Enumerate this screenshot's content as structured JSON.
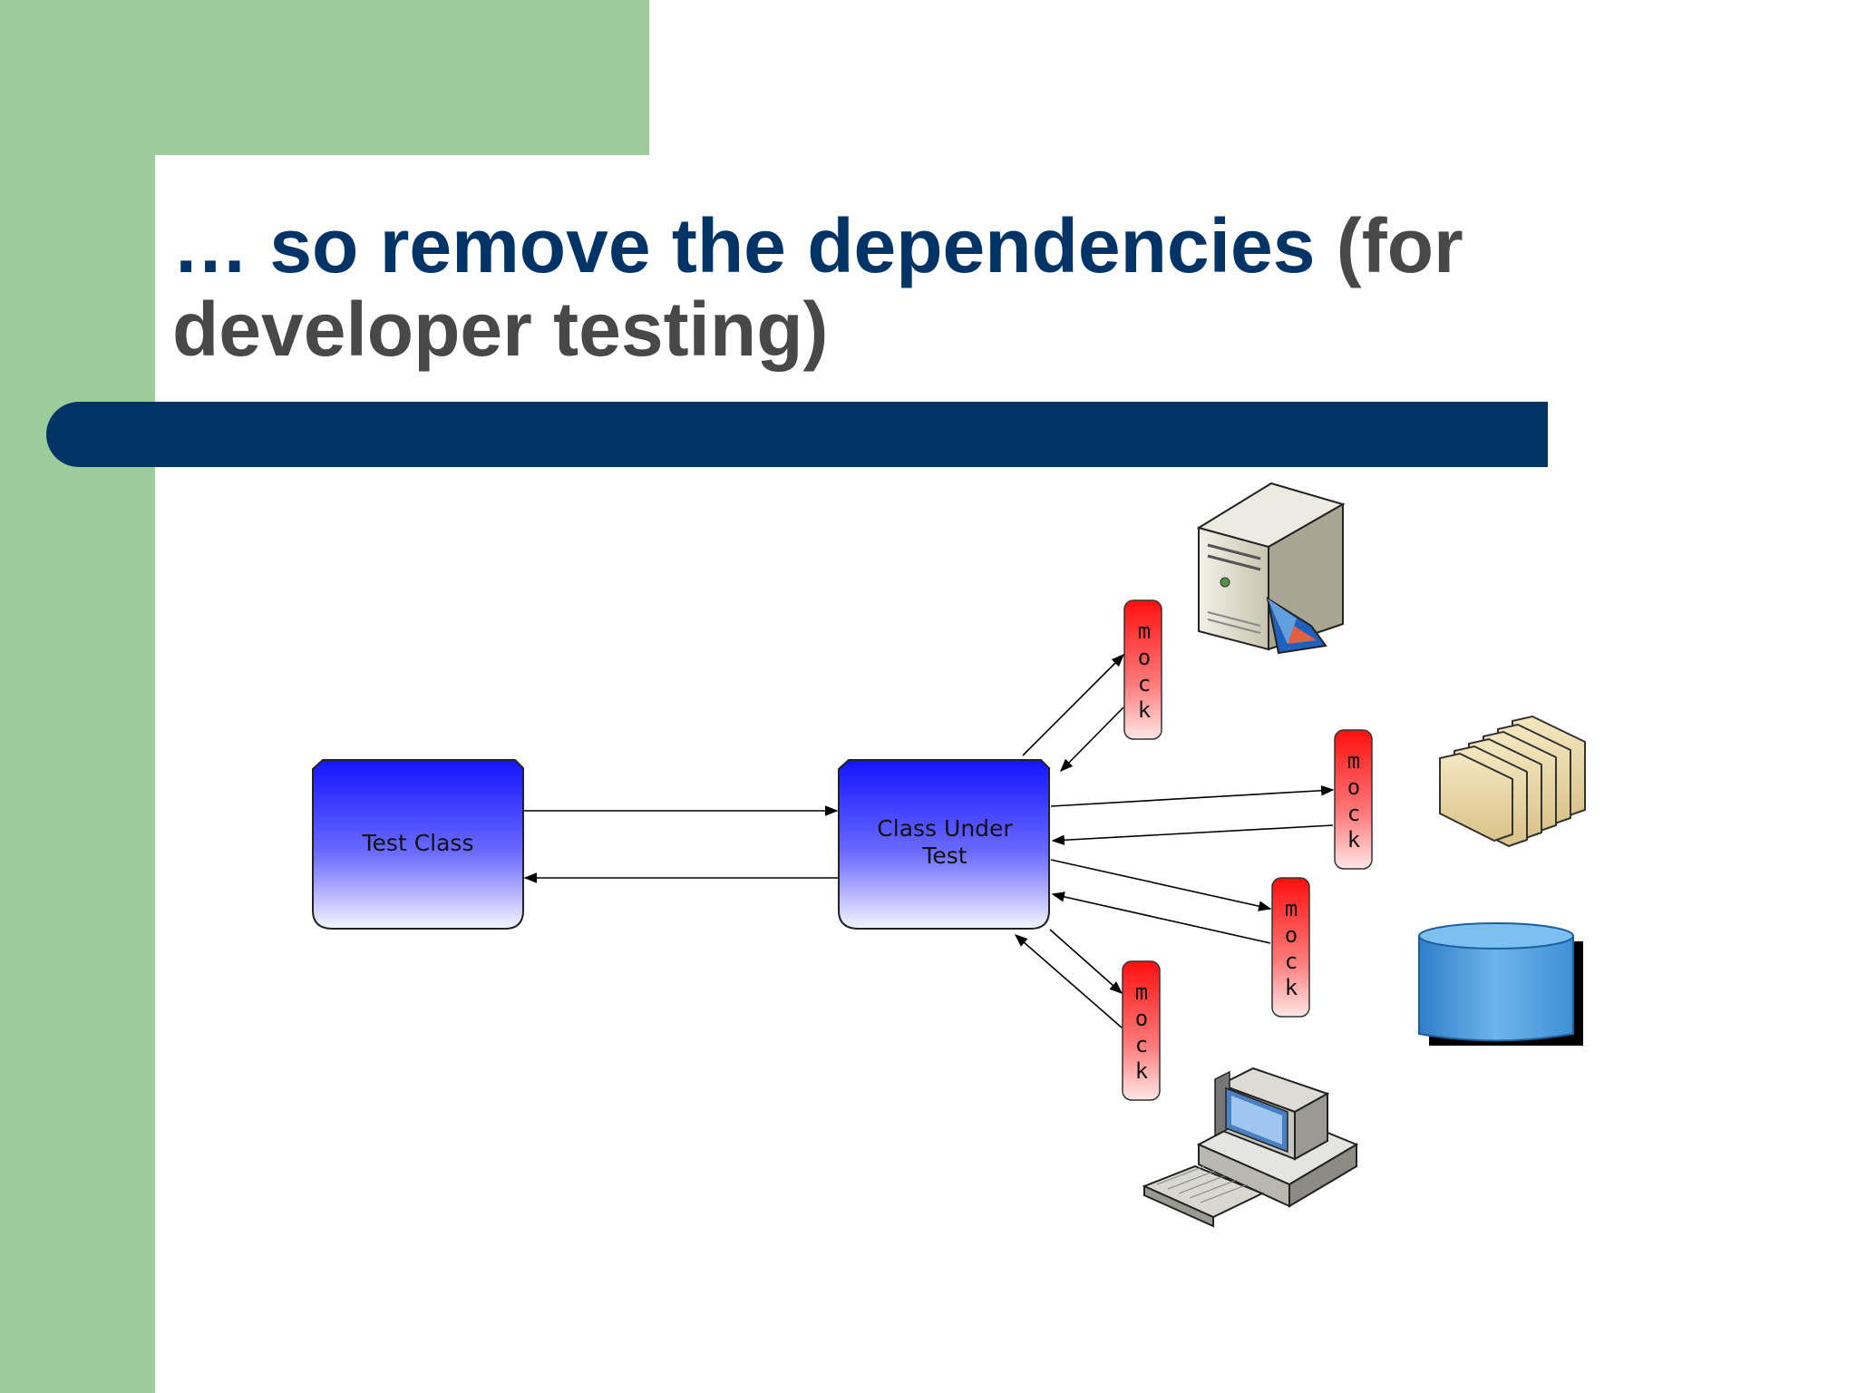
{
  "title": {
    "emphasis": "… so remove the dependencies",
    "rest": " (for developer testing)"
  },
  "diagram": {
    "test_class": "Test Class",
    "class_under_test_line1": "Class Under",
    "class_under_test_line2": "Test",
    "mock_label": "mock"
  },
  "icons": [
    "server-icon",
    "folders-icon",
    "database-icon",
    "desktop-computer-icon"
  ],
  "colors": {
    "green": "#9ccc9c",
    "navy": "#003366",
    "class_box_top": "#1a1aff",
    "mock_red": "#ff1a1a"
  }
}
